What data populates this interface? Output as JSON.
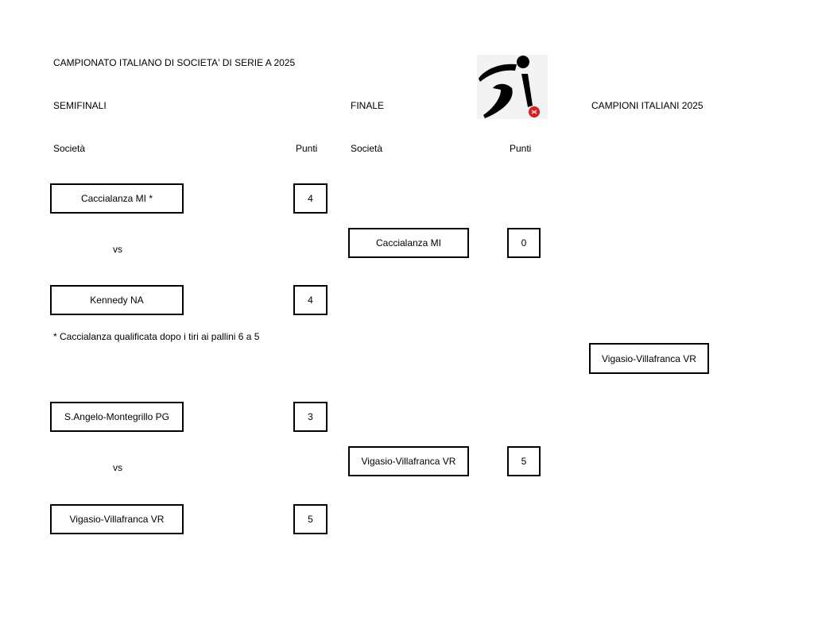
{
  "title": "CAMPIONATO ITALIANO DI SOCIETA' DI SERIE A 2025",
  "semifinals_label": "SEMIFINALI",
  "final_label": "FINALE",
  "champions_label": "CAMPIONI ITALIANI 2025",
  "col_team": "Società",
  "col_points": "Punti",
  "vs": "vs",
  "semifinals": [
    {
      "team_a": "Caccialanza MI *",
      "points_a": "4",
      "team_b": "Kennedy NA",
      "points_b": "4"
    },
    {
      "team_a": "S.Angelo-Montegrillo PG",
      "points_a": "3",
      "team_b": "Vigasio-Villafranca VR",
      "points_b": "5"
    }
  ],
  "note": "* Caccialanza qualificata dopo i tiri ai pallini  6 a 5",
  "final": [
    {
      "team": "Caccialanza MI",
      "points": "0"
    },
    {
      "team": "Vigasio-Villafranca VR",
      "points": "5"
    }
  ],
  "champion": "Vigasio-Villafranca VR",
  "colors": {
    "ball": "#d81e1e",
    "ink": "#000000"
  }
}
